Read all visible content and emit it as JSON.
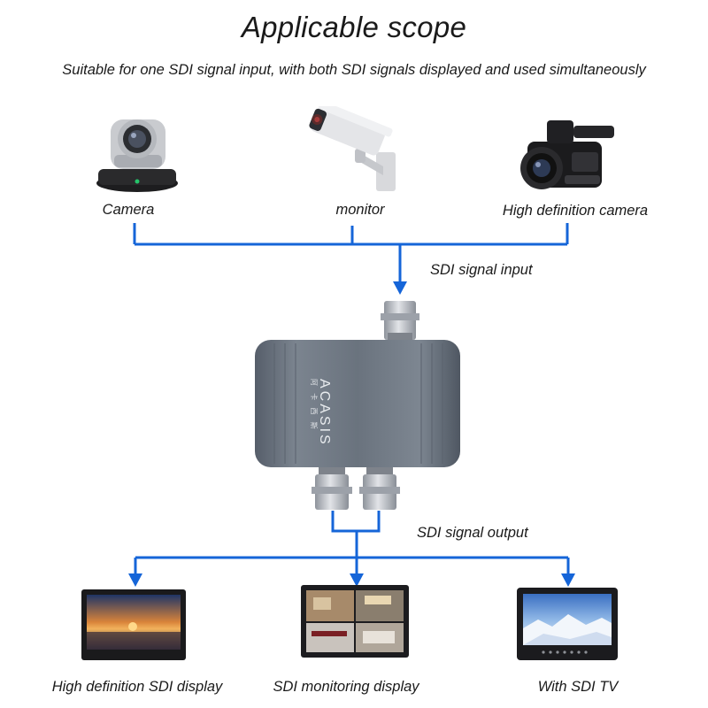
{
  "header": {
    "title": "Applicable scope",
    "subtitle": "Suitable for one SDI signal input, with both SDI signals displayed and used simultaneously"
  },
  "inputs": [
    {
      "label": "Camera",
      "icon": "ptz-camera-icon"
    },
    {
      "label": "monitor",
      "icon": "security-camera-icon"
    },
    {
      "label": "High definition camera",
      "icon": "camcorder-icon"
    }
  ],
  "device": {
    "brand": "ACASIS",
    "brand_sub": "阿 卡 西 斯",
    "input_label": "SDI signal input",
    "output_label": "SDI signal output"
  },
  "outputs": [
    {
      "label": "High definition SDI display",
      "icon": "display-sunset-icon"
    },
    {
      "label": "SDI monitoring display",
      "icon": "display-monitoring-icon"
    },
    {
      "label": "With SDI TV",
      "icon": "tv-icon"
    }
  ],
  "colors": {
    "wire": "#1565d8",
    "device_body": "#6f7885",
    "connector": "#b9bec6"
  }
}
